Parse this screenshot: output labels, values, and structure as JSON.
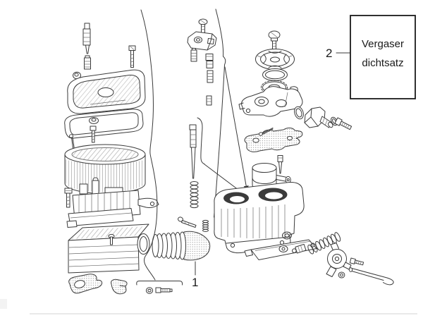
{
  "labels": {
    "bellows_ref": "1",
    "gasket_set_ref": "2"
  },
  "callout": {
    "line1": "Vergaser",
    "line2": "dichtsatz"
  },
  "colors": {
    "background": "#ffffff",
    "line_art": "#3a3a3a",
    "callout_border": "#1a1a1a",
    "label_text": "#1a1a1a"
  }
}
